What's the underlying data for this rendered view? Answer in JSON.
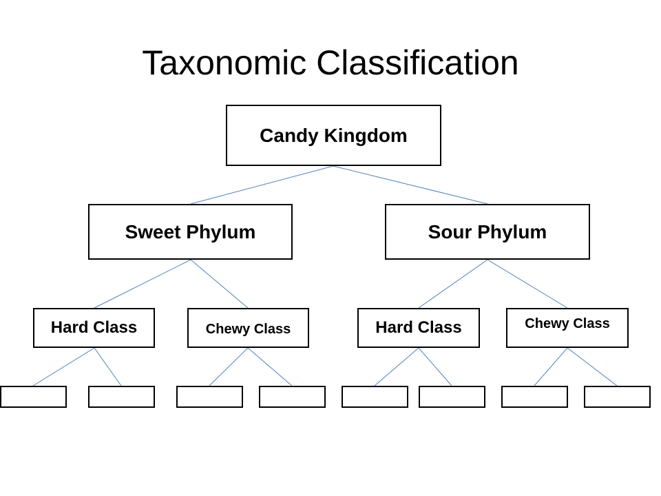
{
  "title": "Taxonomic Classification",
  "tree": {
    "kingdom": "Candy Kingdom",
    "phyla": [
      {
        "label": "Sweet Phylum",
        "classes": [
          {
            "label": "Hard Class",
            "leaves": [
              "",
              ""
            ]
          },
          {
            "label": "Chewy Class",
            "leaves": [
              "",
              ""
            ]
          }
        ]
      },
      {
        "label": "Sour Phylum",
        "classes": [
          {
            "label": "Hard Class",
            "leaves": [
              "",
              ""
            ]
          },
          {
            "label": "Chewy Class",
            "leaves": [
              "",
              ""
            ]
          }
        ]
      }
    ]
  },
  "colors": {
    "connector": "#4f81bd",
    "box_border": "#000000",
    "text": "#000000"
  }
}
